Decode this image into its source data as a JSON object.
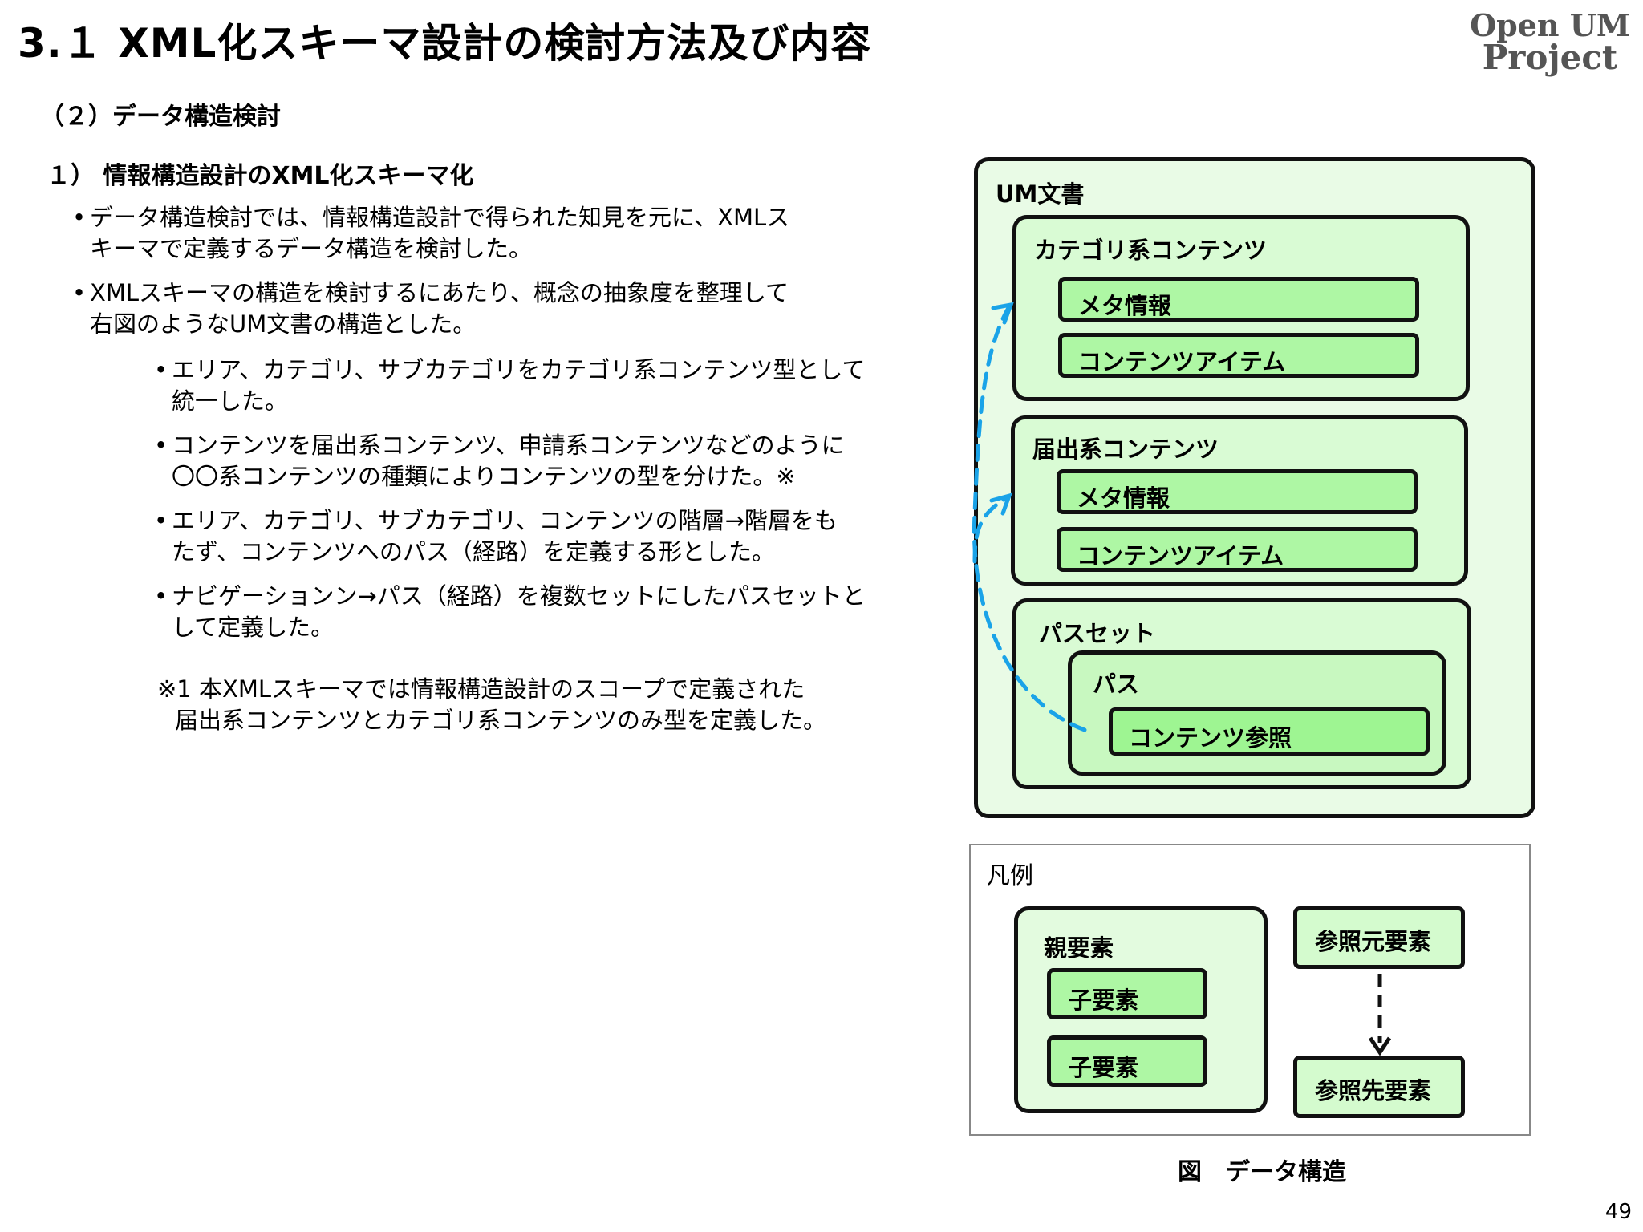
{
  "header": {
    "title": "3.１ XML化スキーマ設計の検討方法及び内容",
    "logo_line1": "Open UM",
    "logo_line2": "Project"
  },
  "section": "（２）データ構造検討",
  "subsection": "１） 情報構造設計のXML化スキーマ化",
  "bullets_level1": [
    [
      "データ構造検討では、情報構造設計で得られた知見を元に、XMLス",
      "キーマで定義するデータ構造を検討した。"
    ],
    [
      "XMLスキーマの構造を検討するにあたり、概念の抽象度を整理して",
      "右図のようなUM文書の構造とした。"
    ]
  ],
  "bullets_level2": [
    [
      "エリア、カテゴリ、サブカテゴリをカテゴリ系コンテンツ型として",
      "統一した。"
    ],
    [
      "コンテンツを届出系コンテンツ、申請系コンテンツなどのように",
      "〇〇系コンテンツの種類によりコンテンツの型を分けた。※"
    ],
    [
      "エリア、カテゴリ、サブカテゴリ、コンテンツの階層→階層をも",
      "たず、コンテンツへのパス（経路）を定義する形とした。"
    ],
    [
      "ナビゲーションン→パス（経路）を複数セットにしたパスセットと",
      "して定義した。"
    ]
  ],
  "footnote": [
    "※1 本XMLスキーマでは情報構造設計のスコープで定義された",
    "届出系コンテンツとカテゴリ系コンテンツのみ型を定義した。"
  ],
  "diagram": {
    "root": "UM文書",
    "category_group": "カテゴリ系コンテンツ",
    "notification_group": "届出系コンテンツ",
    "meta": "メタ情報",
    "content_item": "コンテンツアイテム",
    "pathset": "パスセット",
    "path": "パス",
    "content_ref": "コンテンツ参照"
  },
  "legend": {
    "title": "凡例",
    "parent": "親要素",
    "child": "子要素",
    "ref_source": "参照元要素",
    "ref_target": "参照先要素"
  },
  "caption": "図　データ構造",
  "page_number": "49",
  "colors": {
    "outer_fill": "#e9fbe6",
    "group_fill": "#d9fbd4",
    "item_fill": "#aef7a4",
    "arrow": "#1aa3e8"
  }
}
